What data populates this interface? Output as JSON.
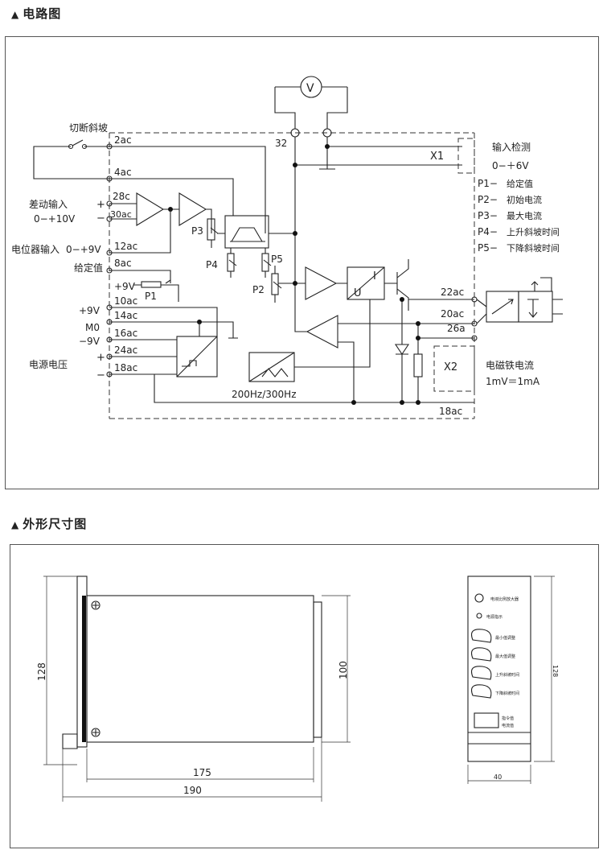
{
  "sections": {
    "circuit_title": "电路图",
    "dimension_title": "外形尺寸图"
  },
  "circuit": {
    "labels": {
      "cut_ramp": "切断斜坡",
      "diff_input": "差动输入",
      "range_0_10v": "0−+10V",
      "pot_input": "电位器输入",
      "range_0_9v": "0−+9V",
      "setpoint": "给定值",
      "power_voltage": "电源电压",
      "p9v": "+9V",
      "p9v_left": "+9V",
      "m0": "M0",
      "m9v": "−9V",
      "plus": "+",
      "minus": "−",
      "plus2": "+",
      "minus2": "−",
      "freq": "200Hz/300Hz",
      "input_detect": "输入检测",
      "range_0_6v": "0−＋6V",
      "coil_current": "电磁铁电流",
      "current_scale": "1mV＝1mA",
      "pin_32": "32",
      "x1": "X1",
      "x2": "X2",
      "v": "V",
      "u": "U",
      "i": "I"
    },
    "pins": [
      "2ac",
      "4ac",
      "28c",
      "30ac",
      "12ac",
      "8ac",
      "10ac",
      "14ac",
      "16ac",
      "24ac",
      "18ac",
      "22ac",
      "20ac",
      "26a",
      "18ac"
    ],
    "pots": [
      "P1",
      "P2",
      "P3",
      "P4",
      "P5"
    ],
    "legend": [
      {
        "code": "P1−",
        "text": "给定值"
      },
      {
        "code": "P2−",
        "text": "初始电流"
      },
      {
        "code": "P3−",
        "text": "最大电流"
      },
      {
        "code": "P4−",
        "text": "上升斜坡时间"
      },
      {
        "code": "P5−",
        "text": "下降斜坡时间"
      }
    ]
  },
  "dimensions": {
    "side": {
      "height_total": "128",
      "height_inner": "100",
      "length_inner": "175",
      "length_total": "190"
    },
    "front": {
      "height": "128",
      "width": "40"
    },
    "panel_labels": [
      "电液比例放大器",
      "电源指示",
      "最小值调整",
      "最大值调整",
      "上升斜坡时间",
      "下降斜坡时间",
      "指令值",
      "电流值"
    ]
  }
}
